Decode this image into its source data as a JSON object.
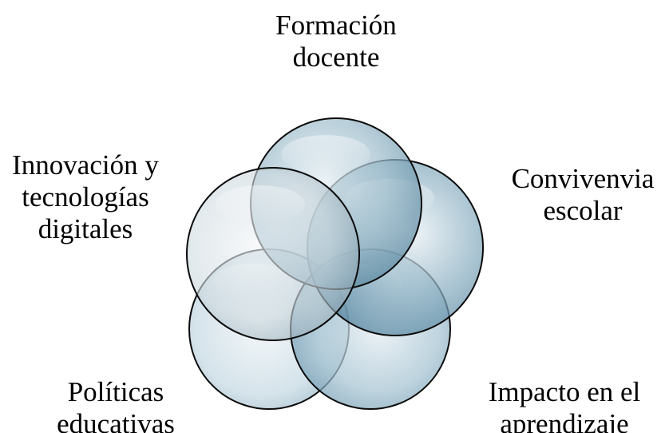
{
  "diagram": {
    "labels": {
      "top": [
        "Formación",
        "docente"
      ],
      "right": [
        "Convivenvia",
        "escolar"
      ],
      "bottom_right": [
        "Impacto en el",
        "aprendizaje"
      ],
      "bottom_left": [
        "Políticas",
        "educativas"
      ],
      "left": [
        "Innovación y",
        "tecnologías",
        "digitales"
      ]
    },
    "circles": [
      {
        "name": "formacion-docente",
        "fill": "#7fa6bb"
      },
      {
        "name": "convivencia-escolar",
        "fill": "#6f9ab3"
      },
      {
        "name": "impacto-aprendizaje",
        "fill": "#7ea7bd"
      },
      {
        "name": "politicas-educativas",
        "fill": "#a9c5d3"
      },
      {
        "name": "innovacion-tecnologias",
        "fill": "#b8c8d0"
      }
    ],
    "stroke_color": "#0a0a0a"
  }
}
